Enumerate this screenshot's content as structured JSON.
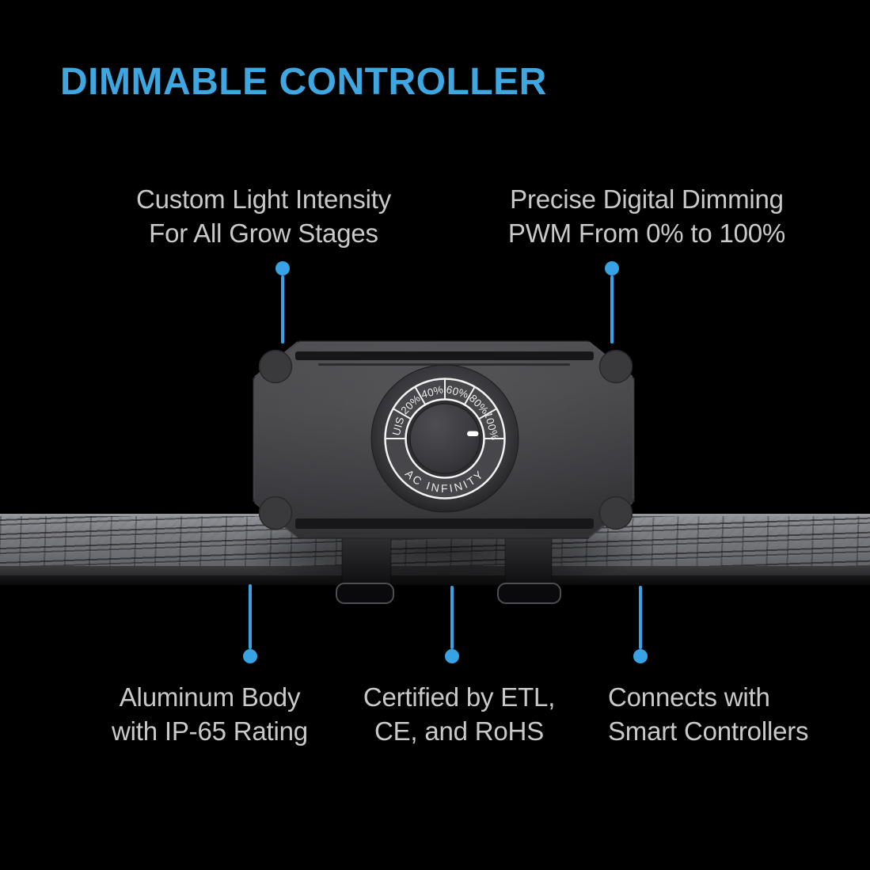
{
  "title": "DIMMABLE CONTROLLER",
  "colors": {
    "accent": "#38a3e4",
    "title": "#3ea6e0",
    "callout_text": "#c9c9c9",
    "background": "#000000"
  },
  "callouts": {
    "top_left": {
      "line1": "Custom Light Intensity",
      "line2": "For All Grow Stages"
    },
    "top_right": {
      "line1": "Precise Digital Dimming",
      "line2": "PWM From 0% to 100%"
    },
    "bottom_left": {
      "line1": "Aluminum Body",
      "line2": "with IP-65 Rating"
    },
    "bottom_center": {
      "line1": "Certified by ETL,",
      "line2": "CE, and RoHS"
    },
    "bottom_right": {
      "line1": "Connects with",
      "line2": "Smart Controllers"
    }
  },
  "device": {
    "brand": "AC INFINITY",
    "dial_labels": [
      "UIS",
      "20%",
      "40%",
      "60%",
      "80%",
      "100%"
    ],
    "knob_position": "100%"
  }
}
